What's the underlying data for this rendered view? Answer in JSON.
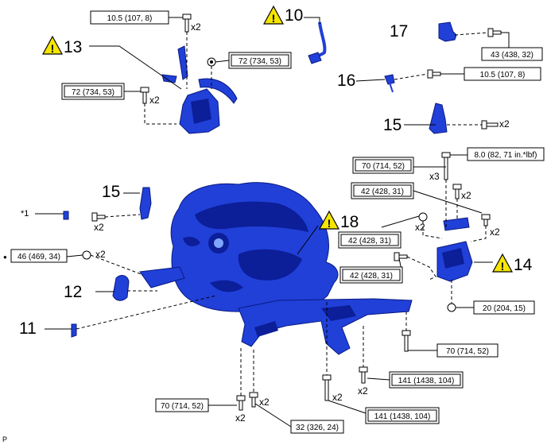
{
  "colors": {
    "part": "#2040d8",
    "part_dark": "#0c1e98",
    "warning": "#f5e600"
  },
  "callouts": {
    "c10": "10",
    "c11": "11",
    "c12": "12",
    "c13": "13",
    "c14": "14",
    "c15a": "15",
    "c15b": "15",
    "c16": "16",
    "c17": "17",
    "c18": "18"
  },
  "torques": {
    "t1": "10.5 (107, 8)",
    "t2": "72 (734, 53)",
    "t3": "72 (734, 53)",
    "t4": "43 (438, 32)",
    "t5": "10.5 (107, 8)",
    "t6": "70 (714, 52)",
    "t7": "8.0 (82, 71 in.*lbf)",
    "t8": "42 (428, 31)",
    "t9": "42 (428, 31)",
    "t10": "42 (428, 31)",
    "t11": "46 (469, 34)",
    "t12": "20 (204, 15)",
    "t13": "70 (714, 52)",
    "t14": "141 (1438, 104)",
    "t15": "70 (714, 52)",
    "t16": "141 (1438, 104)",
    "t17": "32 (326, 24)"
  },
  "mults": {
    "m1": "x2",
    "m2": "x2",
    "m3": "x2",
    "m4": "x3",
    "m5": "x2",
    "m6": "x2",
    "m7": "x2",
    "m8": "x2",
    "m9": "x2",
    "m10": "x2",
    "m11": "x2",
    "m12": "x2",
    "m13": "x2"
  },
  "labels": {
    "star1": "*1",
    "bullet": "●",
    "corner": "P"
  }
}
